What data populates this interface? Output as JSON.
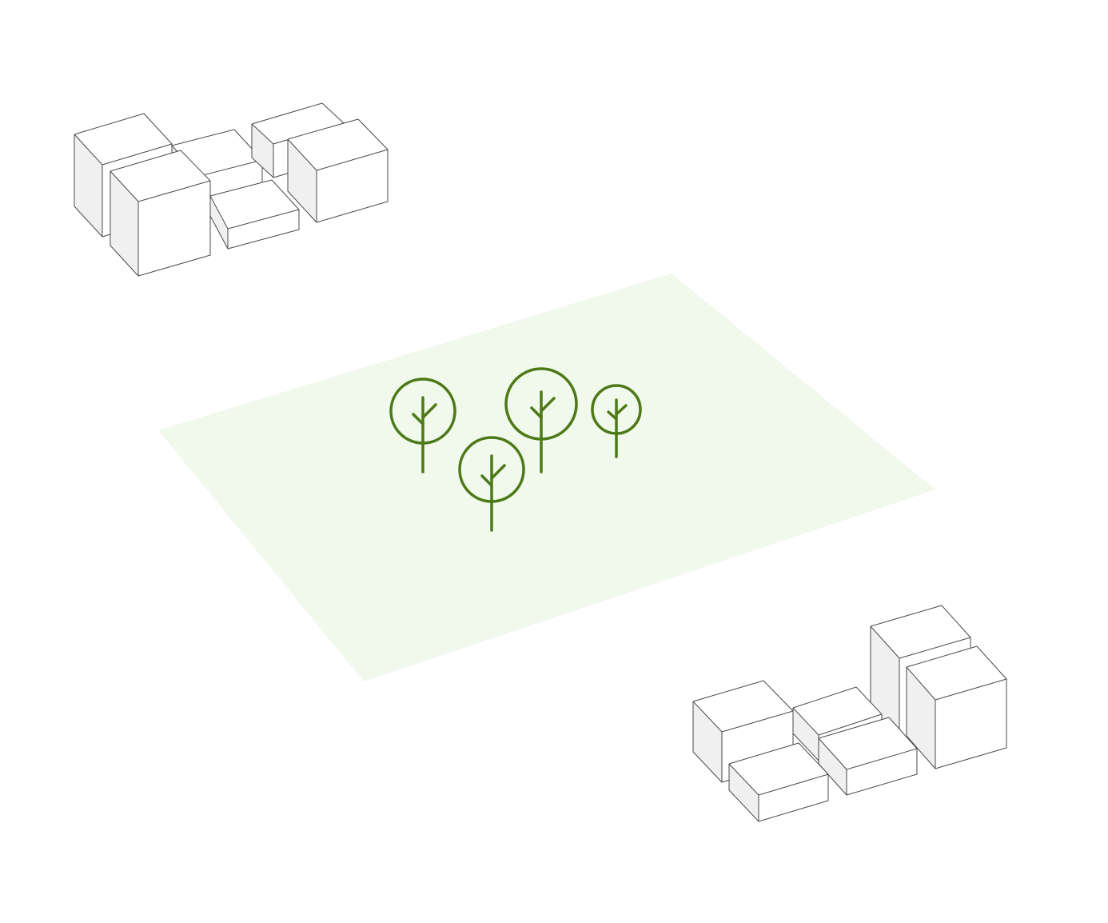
{
  "colors": {
    "background": "#ffffff",
    "park_ground": "#f1f8ec",
    "tree_stroke": "#4b7a16",
    "building_edge": "#4a4a4a",
    "building_side_shade": "#f0f0f0"
  },
  "scene": {
    "description_visible_text": "",
    "park": {
      "tree_count": 4
    },
    "building_clusters": [
      {
        "block_count": 6
      },
      {
        "block_count": 6
      }
    ]
  }
}
